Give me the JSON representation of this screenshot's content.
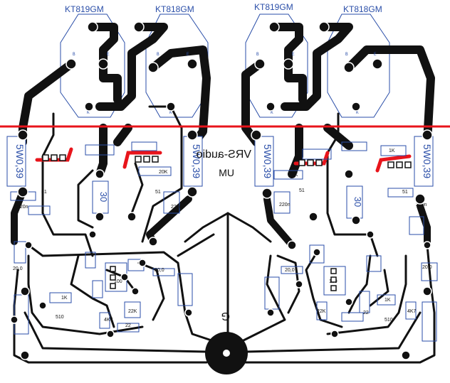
{
  "title": "",
  "transistors": {
    "left": [
      "KT819GM",
      "KT818GM"
    ],
    "right": [
      "KT819GM",
      "KT818GM"
    ]
  },
  "resistors_big": [
    "5W0,39",
    "5W0,39",
    "5W0,39",
    "5W0,39"
  ],
  "resistor_small": [
    "30",
    "30"
  ],
  "brand_text": "VRS-audio",
  "brand_sub": "UM",
  "ground_label": "G",
  "parts": {
    "r51": "51",
    "r20k": "20K",
    "c220n": "220n",
    "r1k": "1K",
    "r22": "22",
    "r510": "510",
    "r4k7": "4K7",
    "c20_0": "20,0",
    "r100": "100",
    "r22k": "22K"
  },
  "pin_letters": [
    "B",
    "K",
    "E",
    "E",
    "K",
    "B"
  ],
  "colors": {
    "trace": "#111111",
    "cut_line": "#e8141b",
    "outline": "#2a4ea8",
    "board": "#ffffff"
  }
}
